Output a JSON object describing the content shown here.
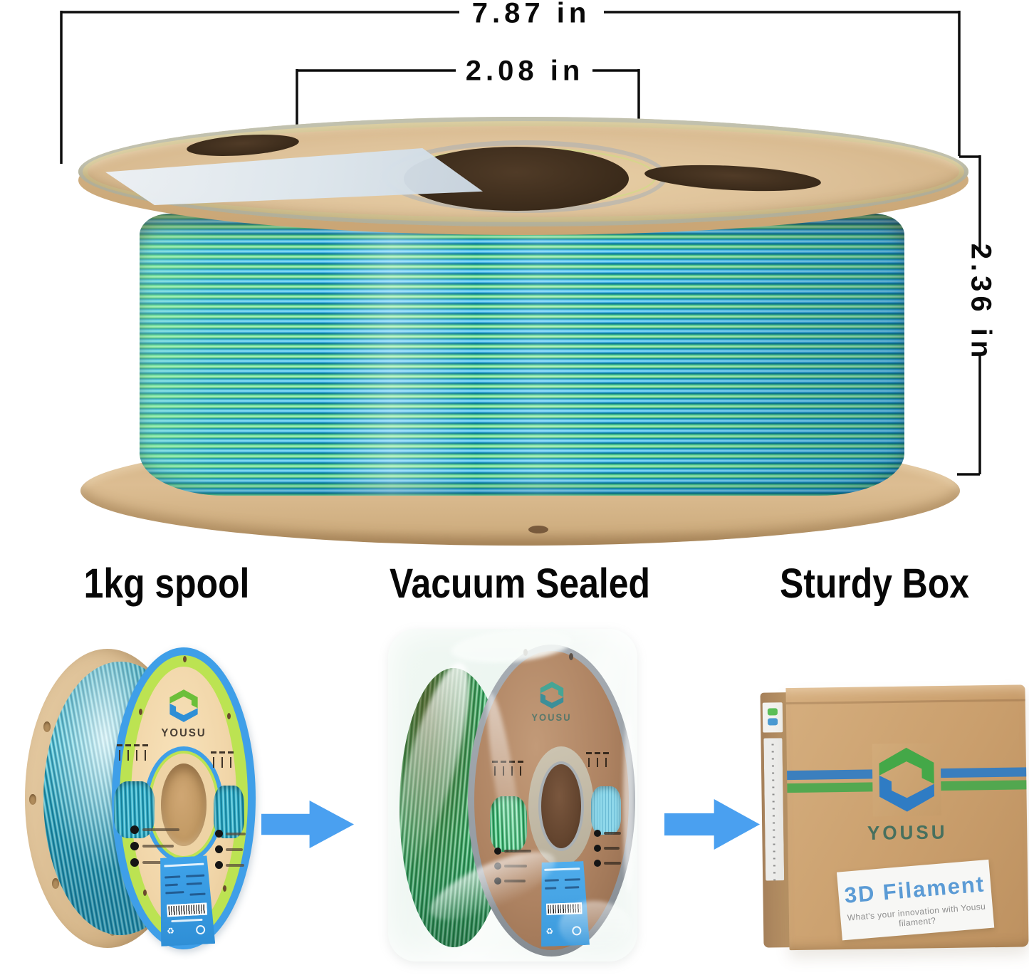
{
  "dimensions": {
    "width": "7.87 in",
    "hub": "2.08 in",
    "height": "2.36 in"
  },
  "captions": {
    "spool": "1kg spool",
    "vacuum": "Vacuum Sealed",
    "box": "Sturdy Box"
  },
  "brand": {
    "name": "YOUSU"
  },
  "box_label": {
    "title": "3D Filament",
    "subtitle": "What's your innovation with Yousu filament?"
  },
  "colors": {
    "arrow_blue": "#4aa0f0",
    "filament_green": "#7fe3a0",
    "filament_blue": "#3db8ee",
    "spool_ring_blue": "#3f9fe8",
    "spool_ring_green": "#bce352",
    "kraft_cardboard": "#d9bc92",
    "spool_label_blue": "#3fa3ea",
    "box_title_blue": "#5b9bd5",
    "logo_green": "#6cbf3a",
    "logo_blue": "#2f8fd6"
  }
}
